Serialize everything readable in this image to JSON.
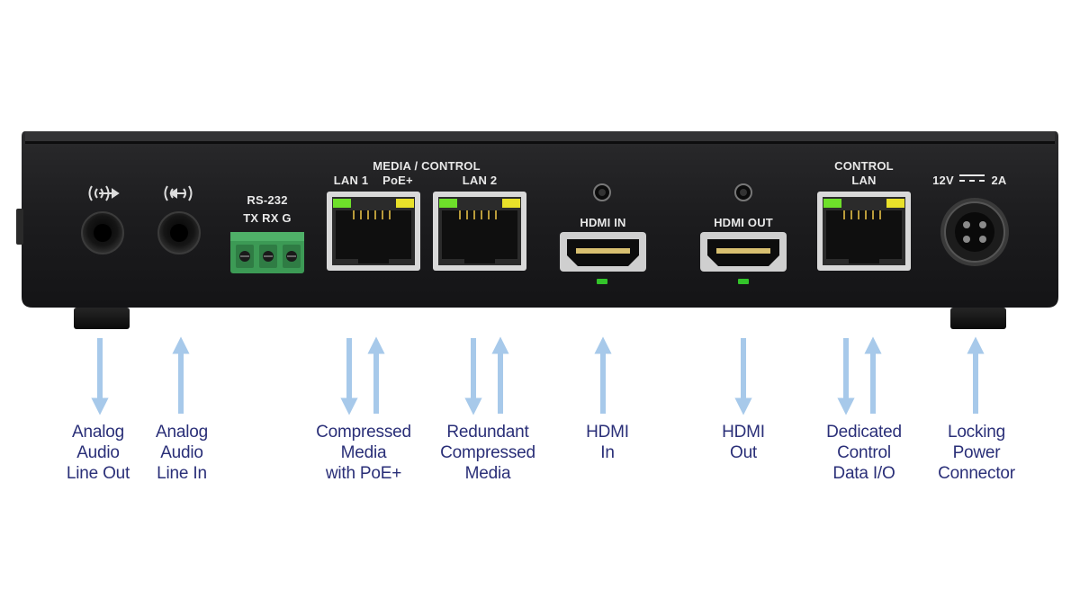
{
  "panel": {
    "media_control": "MEDIA / CONTROL",
    "lan1": "LAN 1",
    "poe": "PoE+",
    "lan2": "LAN 2",
    "rs232": "RS-232",
    "rs232_pins": "TX RX G",
    "hdmi_in": "HDMI IN",
    "hdmi_out": "HDMI OUT",
    "control": "CONTROL",
    "control_lan": "LAN",
    "power_left": "12V",
    "power_right": "2A"
  },
  "callouts": [
    {
      "id": "analog-line-out",
      "direction": "down",
      "lines": [
        "Analog",
        "Audio",
        "Line Out"
      ]
    },
    {
      "id": "analog-line-in",
      "direction": "up",
      "lines": [
        "Analog",
        "Audio",
        "Line In"
      ]
    },
    {
      "id": "compressed-media",
      "direction": "both",
      "lines": [
        "Compressed",
        "Media",
        "with PoE+"
      ]
    },
    {
      "id": "redundant-media",
      "direction": "both",
      "lines": [
        "Redundant",
        "Compressed",
        "Media"
      ]
    },
    {
      "id": "hdmi-in",
      "direction": "up",
      "lines": [
        "HDMI",
        "In"
      ]
    },
    {
      "id": "hdmi-out",
      "direction": "down",
      "lines": [
        "HDMI",
        "Out"
      ]
    },
    {
      "id": "control-data",
      "direction": "both",
      "lines": [
        "Dedicated",
        "Control",
        "Data I/O"
      ]
    },
    {
      "id": "locking-power",
      "direction": "up",
      "lines": [
        "Locking",
        "Power",
        "Connector"
      ]
    }
  ],
  "colors": {
    "chassis": "#1b1b1d",
    "label_text": "#2a2f78",
    "arrow": "#a7c9ea",
    "led_green": "#6ee02a",
    "led_yellow": "#e9e12a",
    "terminal": "#3c9a55"
  }
}
